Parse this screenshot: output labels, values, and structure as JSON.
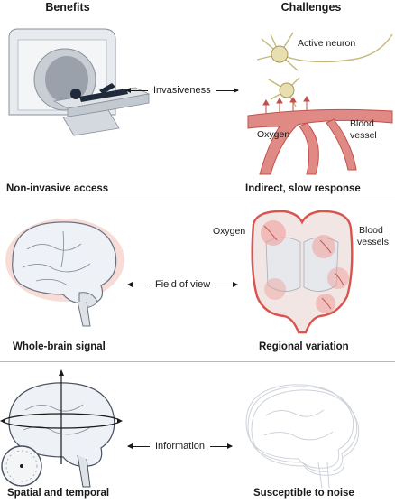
{
  "headers": {
    "left": "Benefits",
    "right": "Challenges"
  },
  "rows": [
    {
      "arrow_label": "Invasiveness",
      "left_caption": "Non-invasive access",
      "right_caption": "Indirect, slow response",
      "annotations": {
        "neuron": "Active neuron",
        "oxygen": "Oxygen",
        "vessel_line1": "Blood",
        "vessel_line2": "vessel"
      }
    },
    {
      "arrow_label": "Field of view",
      "left_caption": "Whole-brain signal",
      "right_caption": "Regional variation",
      "annotations": {
        "oxygen": "Oxygen",
        "vessel_line1": "Blood",
        "vessel_line2": "vessels"
      }
    },
    {
      "arrow_label": "Information",
      "left_caption": "Spatial and temporal",
      "right_caption": "Susceptible to noise"
    }
  ],
  "colors": {
    "accent_red": "#d9534f",
    "glow": "#f6c9c4",
    "brain_outline": "#6b7380",
    "divider": "#b8b8b8"
  }
}
